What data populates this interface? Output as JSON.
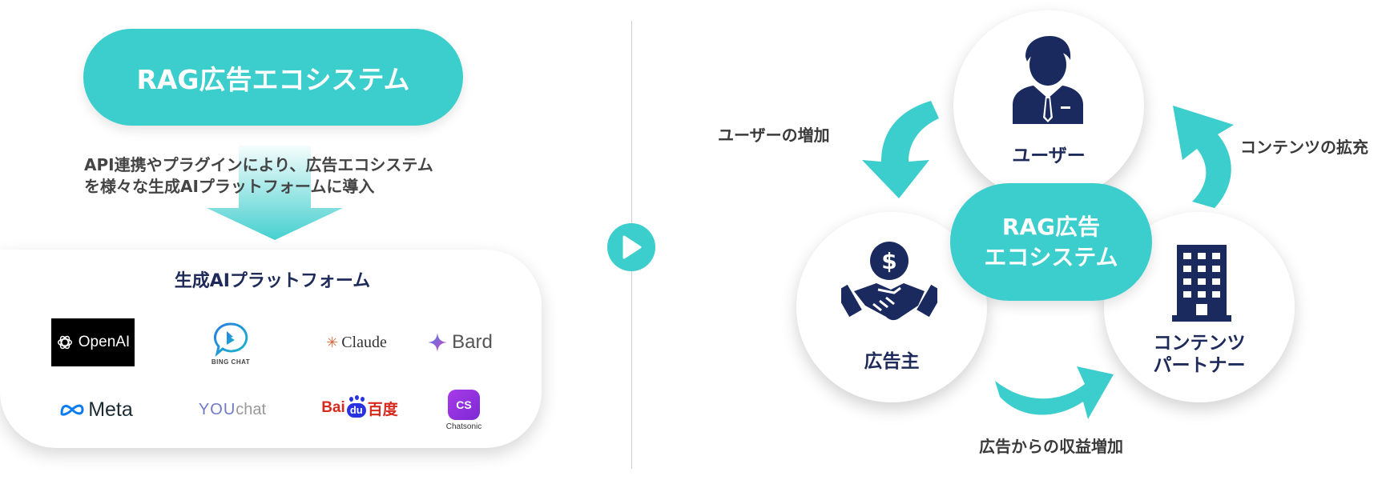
{
  "left_panel": {
    "title": "RAG広告エコシステム",
    "description_line1": "API連携やプラグインにより、広告エコシステム",
    "description_line2": "を様々な生成AIプラットフォームに導入",
    "platform_section_title": "生成AIプラットフォーム",
    "logos": {
      "openai": "OpenAI",
      "bing_chat": "BING CHAT",
      "claude": "Claude",
      "bard": "Bard",
      "meta": "Meta",
      "you_prefix": "YOU",
      "you_suffix": "chat",
      "baidu": "Bai",
      "baidu_du": "du",
      "baidu_cn": "百度",
      "chatsonic_badge": "CS",
      "chatsonic": "Chatsonic"
    }
  },
  "diagram": {
    "center_line1": "RAG広告",
    "center_line2": "エコシステム",
    "nodes": {
      "user": "ユーザー",
      "advertiser": "広告主",
      "partner_line1": "コンテンツ",
      "partner_line2": "パートナー"
    },
    "cycle_labels": {
      "user_growth": "ユーザーの増加",
      "content_expansion": "コンテンツの拡充",
      "revenue_growth": "広告からの収益増加"
    }
  },
  "colors": {
    "accent": "#3ccdcd",
    "navy": "#1e2a5a",
    "text": "#3a3a3a"
  },
  "icons": [
    "user-business-icon",
    "dollar-handshake-icon",
    "office-building-icon",
    "play-arrow-icon"
  ]
}
